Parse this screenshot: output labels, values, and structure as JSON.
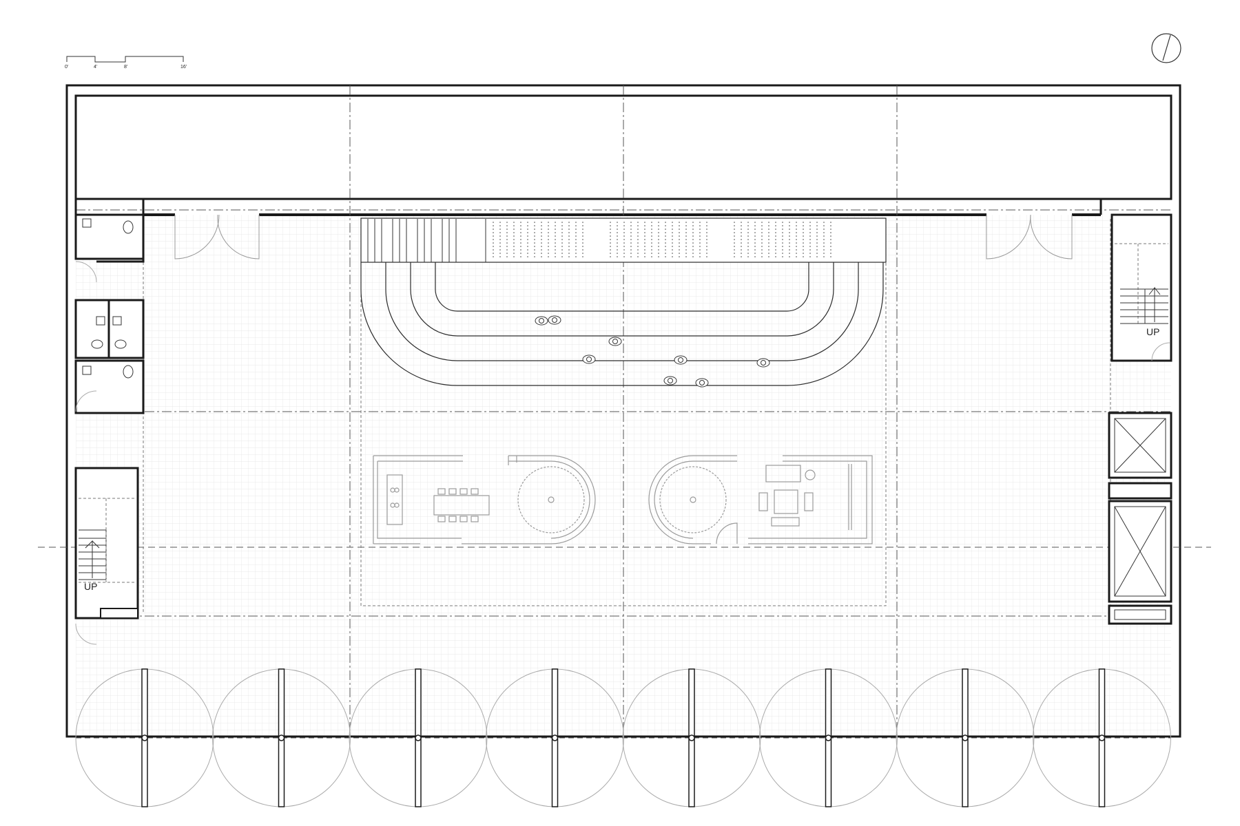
{
  "scale_bar": {
    "ticks": [
      "0'",
      "4'",
      "8'",
      "16'"
    ]
  },
  "labels": {
    "stair_left": "UP",
    "stair_right": "UP"
  },
  "colors": {
    "line": "#1a1a1a",
    "grid": "#dedede",
    "light": "#9a9a9a",
    "axis": "#555555"
  },
  "icons": {
    "north": "north-arrow-icon",
    "person": "person-icon"
  }
}
